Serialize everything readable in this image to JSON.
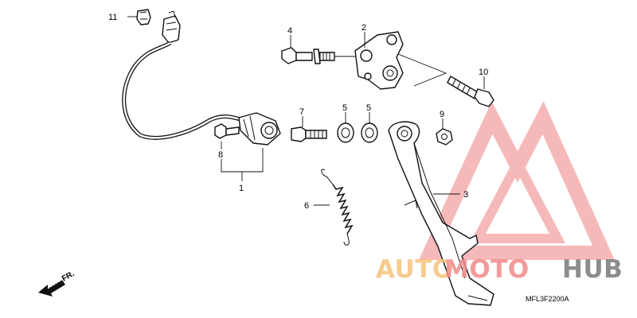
{
  "diagram": {
    "part_labels": {
      "p1": "1",
      "p2": "2",
      "p3": "3",
      "p4": "4",
      "p5a": "5",
      "p5b": "5",
      "p6": "6",
      "p7": "7",
      "p8": "8",
      "p9": "9",
      "p10": "10",
      "p11": "11"
    },
    "direction_label": "FR.",
    "diagram_code": "MFL3F2200A"
  },
  "watermark": {
    "word_auto": "AUTO",
    "word_moto": "MOTO",
    "word_hub": "HUB",
    "colors": {
      "auto": "#f5c27a",
      "moto": "#f08a8a",
      "hub": "#7a7a7a",
      "logo": "#f08080"
    }
  }
}
